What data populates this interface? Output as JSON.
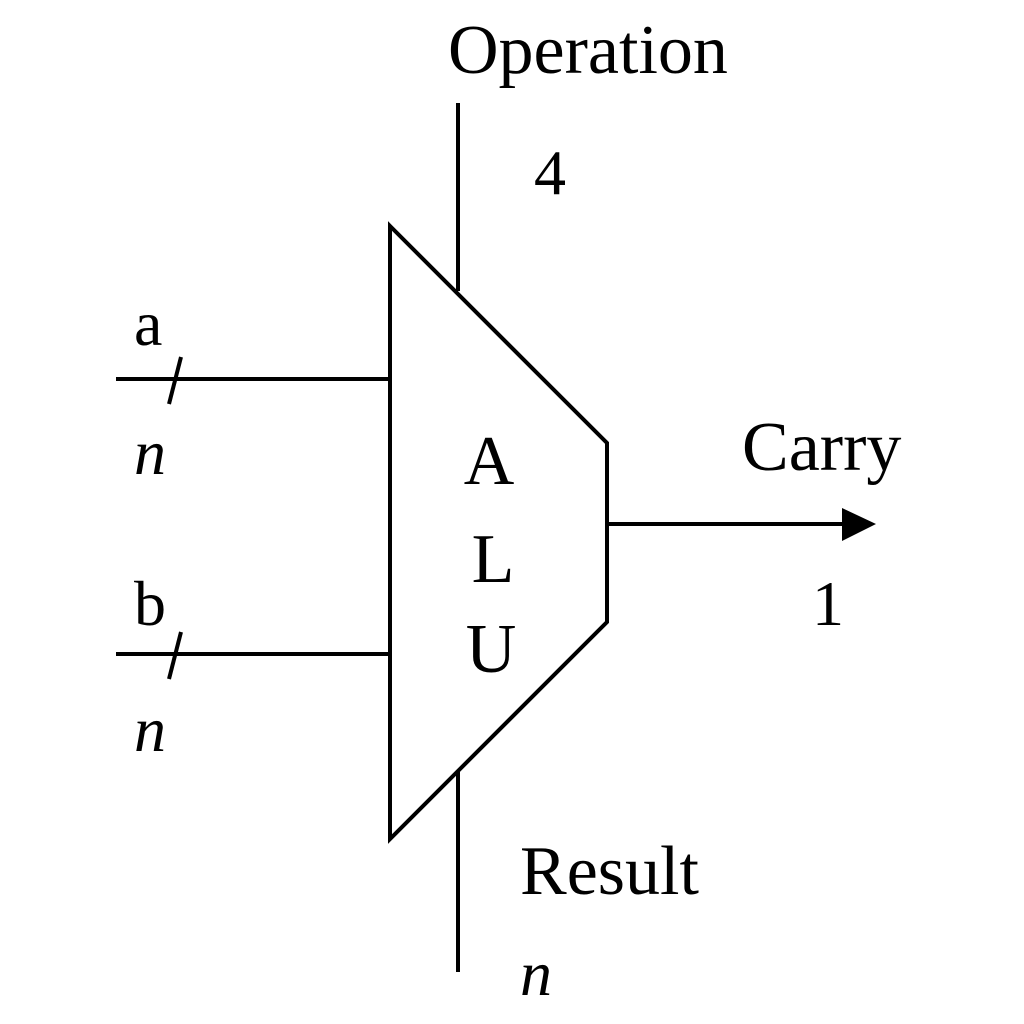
{
  "diagram": {
    "block": {
      "letters": [
        "A",
        "L",
        "U"
      ]
    },
    "inputs": {
      "operation": {
        "label": "Operation",
        "width": "4"
      },
      "a": {
        "label": "a",
        "width": "n"
      },
      "b": {
        "label": "b",
        "width": "n"
      }
    },
    "outputs": {
      "carry": {
        "label": "Carry",
        "width": "1"
      },
      "result": {
        "label": "Result",
        "width": "n"
      }
    }
  }
}
